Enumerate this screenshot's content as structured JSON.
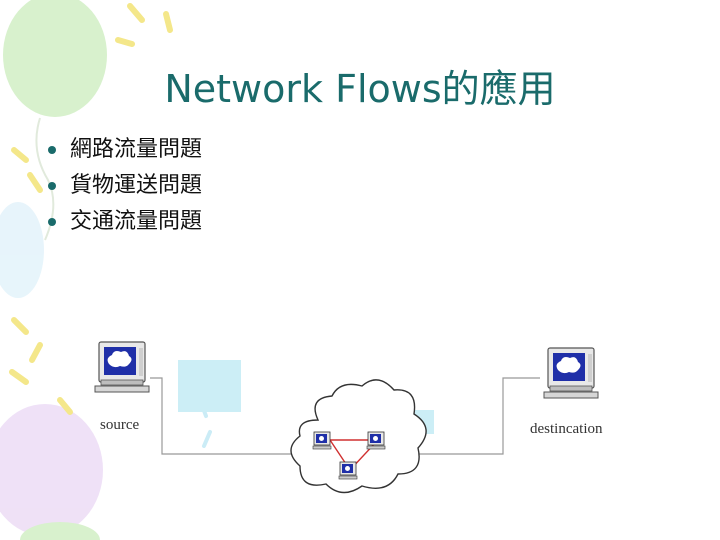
{
  "slide": {
    "title": "Network Flows的應用",
    "bullets": [
      "網路流量問題",
      "貨物運送問題",
      "交通流量問題"
    ]
  },
  "diagram": {
    "source_label": "source",
    "destination_label": "destincation"
  },
  "colors": {
    "title": "#1a6b6b",
    "bullet": "#1a6b6b",
    "link_red": "#d03030",
    "screen_blue": "#1f2fa8",
    "highlight_box": "#cceef6"
  }
}
